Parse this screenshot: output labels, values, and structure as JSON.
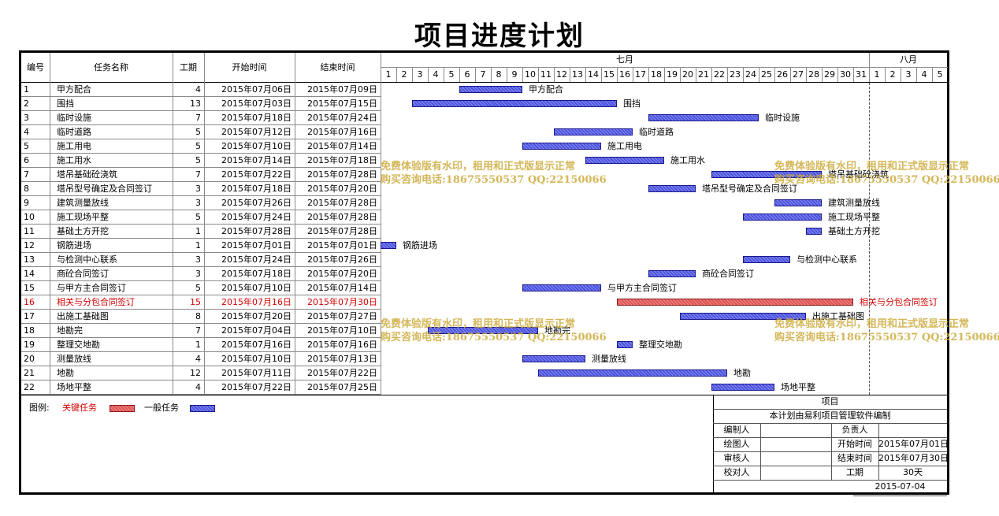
{
  "title": "项目进度计划",
  "headers": {
    "no": "编号",
    "name": "任务名称",
    "dur": "工期",
    "start": "开始时间",
    "end": "结束时间"
  },
  "months": [
    {
      "label": "七月",
      "days": 31
    },
    {
      "label": "八月",
      "days": 5
    }
  ],
  "tasks": [
    {
      "no": "1",
      "name": "甲方配合",
      "dur": "4",
      "start": "2015年07月06日",
      "end": "2015年07月09日",
      "s": 6,
      "e": 9,
      "critical": false
    },
    {
      "no": "2",
      "name": "围挡",
      "dur": "13",
      "start": "2015年07月03日",
      "end": "2015年07月15日",
      "s": 3,
      "e": 15,
      "critical": false
    },
    {
      "no": "3",
      "name": "临时设施",
      "dur": "7",
      "start": "2015年07月18日",
      "end": "2015年07月24日",
      "s": 18,
      "e": 24,
      "critical": false
    },
    {
      "no": "4",
      "name": "临时道路",
      "dur": "5",
      "start": "2015年07月12日",
      "end": "2015年07月16日",
      "s": 12,
      "e": 16,
      "critical": false
    },
    {
      "no": "5",
      "name": "施工用电",
      "dur": "5",
      "start": "2015年07月10日",
      "end": "2015年07月14日",
      "s": 10,
      "e": 14,
      "critical": false
    },
    {
      "no": "6",
      "name": "施工用水",
      "dur": "5",
      "start": "2015年07月14日",
      "end": "2015年07月18日",
      "s": 14,
      "e": 18,
      "critical": false
    },
    {
      "no": "7",
      "name": "塔吊基础砼浇筑",
      "dur": "7",
      "start": "2015年07月22日",
      "end": "2015年07月28日",
      "s": 22,
      "e": 28,
      "critical": false
    },
    {
      "no": "8",
      "name": "塔吊型号确定及合同签订",
      "dur": "3",
      "start": "2015年07月18日",
      "end": "2015年07月20日",
      "s": 18,
      "e": 20,
      "critical": false
    },
    {
      "no": "9",
      "name": "建筑测量放线",
      "dur": "3",
      "start": "2015年07月26日",
      "end": "2015年07月28日",
      "s": 26,
      "e": 28,
      "critical": false
    },
    {
      "no": "10",
      "name": "施工现场平整",
      "dur": "5",
      "start": "2015年07月24日",
      "end": "2015年07月28日",
      "s": 24,
      "e": 28,
      "critical": false
    },
    {
      "no": "11",
      "name": "基础土方开挖",
      "dur": "1",
      "start": "2015年07月28日",
      "end": "2015年07月28日",
      "s": 28,
      "e": 28,
      "critical": false
    },
    {
      "no": "12",
      "name": "钢筋进场",
      "dur": "1",
      "start": "2015年07月01日",
      "end": "2015年07月01日",
      "s": 1,
      "e": 1,
      "critical": false
    },
    {
      "no": "13",
      "name": "与检测中心联系",
      "dur": "3",
      "start": "2015年07月24日",
      "end": "2015年07月26日",
      "s": 24,
      "e": 26,
      "critical": false
    },
    {
      "no": "14",
      "name": "商砼合同签订",
      "dur": "3",
      "start": "2015年07月18日",
      "end": "2015年07月20日",
      "s": 18,
      "e": 20,
      "critical": false
    },
    {
      "no": "15",
      "name": "与甲方主合同签订",
      "dur": "5",
      "start": "2015年07月10日",
      "end": "2015年07月14日",
      "s": 10,
      "e": 14,
      "critical": false
    },
    {
      "no": "16",
      "name": "相关与分包合同签订",
      "dur": "15",
      "start": "2015年07月16日",
      "end": "2015年07月30日",
      "s": 16,
      "e": 30,
      "critical": true
    },
    {
      "no": "17",
      "name": "出施工基础图",
      "dur": "8",
      "start": "2015年07月20日",
      "end": "2015年07月27日",
      "s": 20,
      "e": 27,
      "critical": false
    },
    {
      "no": "18",
      "name": "地勘完",
      "dur": "7",
      "start": "2015年07月04日",
      "end": "2015年07月10日",
      "s": 4,
      "e": 10,
      "critical": false
    },
    {
      "no": "19",
      "name": "整理交地勘",
      "dur": "1",
      "start": "2015年07月16日",
      "end": "2015年07月16日",
      "s": 16,
      "e": 16,
      "critical": false
    },
    {
      "no": "20",
      "name": "测量放线",
      "dur": "4",
      "start": "2015年07月10日",
      "end": "2015年07月13日",
      "s": 10,
      "e": 13,
      "critical": false
    },
    {
      "no": "21",
      "name": "地勘",
      "dur": "12",
      "start": "2015年07月11日",
      "end": "2015年07月22日",
      "s": 11,
      "e": 22,
      "critical": false
    },
    {
      "no": "22",
      "name": "场地平整",
      "dur": "4",
      "start": "2015年07月22日",
      "end": "2015年07月25日",
      "s": 22,
      "e": 25,
      "critical": false
    }
  ],
  "legend": {
    "label": "图例:",
    "critical": "关键任务",
    "normal": "一般任务"
  },
  "info": {
    "project_label": "项目",
    "software_note": "本计划由易利项目管理软件编制",
    "editor_label": "编制人",
    "owner_label": "负责人",
    "drawer_label": "绘图人",
    "start_label": "开始时间",
    "start_value": "2015年07月01日",
    "reviewer_label": "审核人",
    "end_label": "结束时间",
    "end_value": "2015年07月30日",
    "checker_label": "校对人",
    "duration_label": "工期",
    "duration_value": "30天",
    "date": "2015-07-04"
  },
  "watermark": {
    "line1": "免费体验版有水印，租用和正式版显示正常",
    "line2": "购买咨询电话:18675550537 QQ:22150066"
  },
  "colors": {
    "normal_bar": "#4a52e0",
    "critical_bar": "#e05252",
    "critical_text": "#d40000",
    "watermark": "#cdaa3c"
  }
}
